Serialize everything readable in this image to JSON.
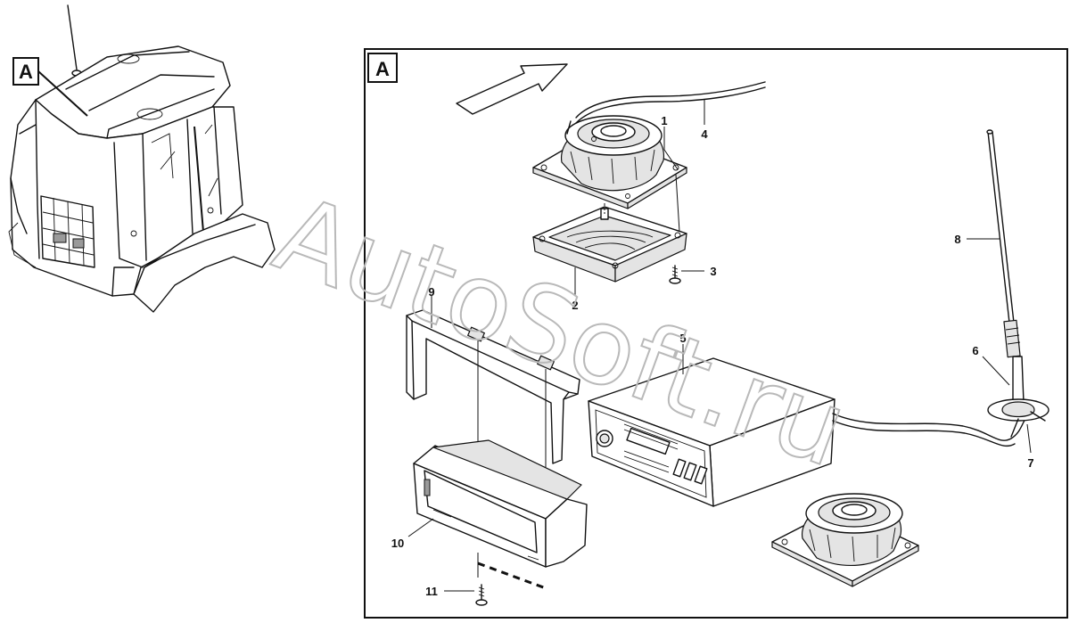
{
  "view_labels": {
    "overview": "A",
    "detail": "A"
  },
  "watermark": "AutoSoft.ru",
  "callouts": [
    {
      "id": "callout-1",
      "text": "1",
      "part": "speaker-upper"
    },
    {
      "id": "callout-2",
      "text": "2",
      "part": "speaker-housing"
    },
    {
      "id": "callout-3",
      "text": "3",
      "part": "screw"
    },
    {
      "id": "callout-4",
      "text": "4",
      "part": "speaker-cable"
    },
    {
      "id": "callout-5",
      "text": "5",
      "part": "radio-unit"
    },
    {
      "id": "callout-6",
      "text": "6",
      "part": "antenna-base"
    },
    {
      "id": "callout-7",
      "text": "7",
      "part": "antenna-cable"
    },
    {
      "id": "callout-8",
      "text": "8",
      "part": "antenna-rod"
    },
    {
      "id": "callout-9",
      "text": "9",
      "part": "mounting-bracket"
    },
    {
      "id": "callout-10",
      "text": "10",
      "part": "radio-frame"
    },
    {
      "id": "callout-11",
      "text": "11",
      "part": "frame-screw"
    }
  ],
  "colors": {
    "line": "#111111",
    "watermark": "#b9b9b9",
    "background": "#ffffff"
  }
}
